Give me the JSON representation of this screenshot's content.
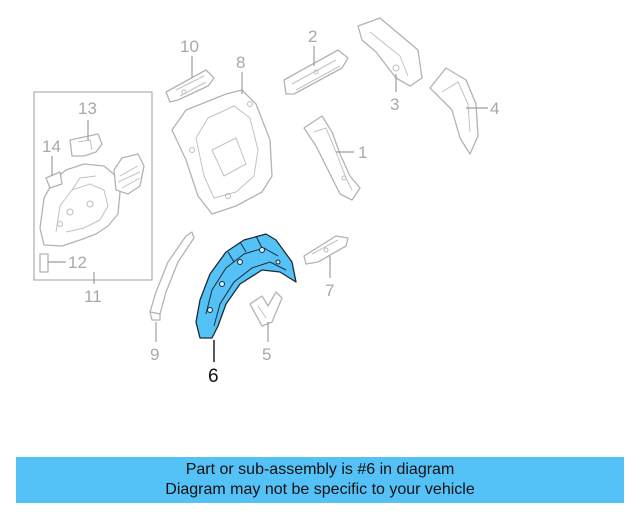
{
  "diagram": {
    "highlight_color": "#55c2f7",
    "highlighted_part": "6",
    "labels": {
      "p1": "1",
      "p2": "2",
      "p3": "3",
      "p4": "4",
      "p5": "5",
      "p6": "6",
      "p7": "7",
      "p8": "8",
      "p9": "9",
      "p10": "10",
      "p11": "11",
      "p12": "12",
      "p13": "13",
      "p14": "14"
    }
  },
  "banner": {
    "line1": "Part or sub-assembly is #6 in diagram",
    "line2": "Diagram may not be specific to your vehicle",
    "background": "#55c2f7"
  }
}
